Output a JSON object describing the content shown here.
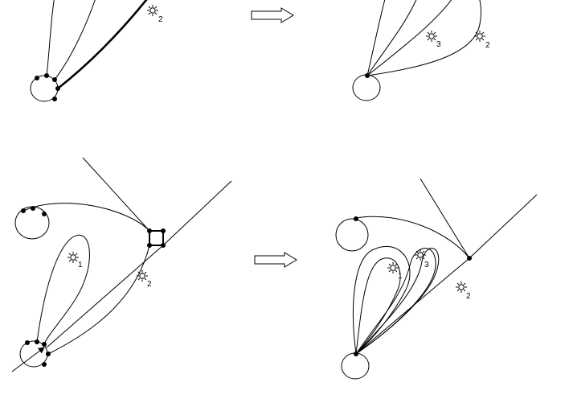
{
  "colors": {
    "stroke": "#000000",
    "background": "#ffffff",
    "arrow_fill": "#ffffff"
  },
  "icons": {
    "node": "sun-icon",
    "transition": "hollow-right-arrow-icon"
  },
  "panels": [
    {
      "id": "top-left",
      "node_labels": [
        "2"
      ]
    },
    {
      "id": "top-right",
      "node_labels": [
        "3",
        "2"
      ]
    },
    {
      "id": "bottom-left",
      "node_labels": [
        "1",
        "2"
      ]
    },
    {
      "id": "bottom-right",
      "node_labels": [
        "1",
        "3",
        "2"
      ]
    }
  ]
}
